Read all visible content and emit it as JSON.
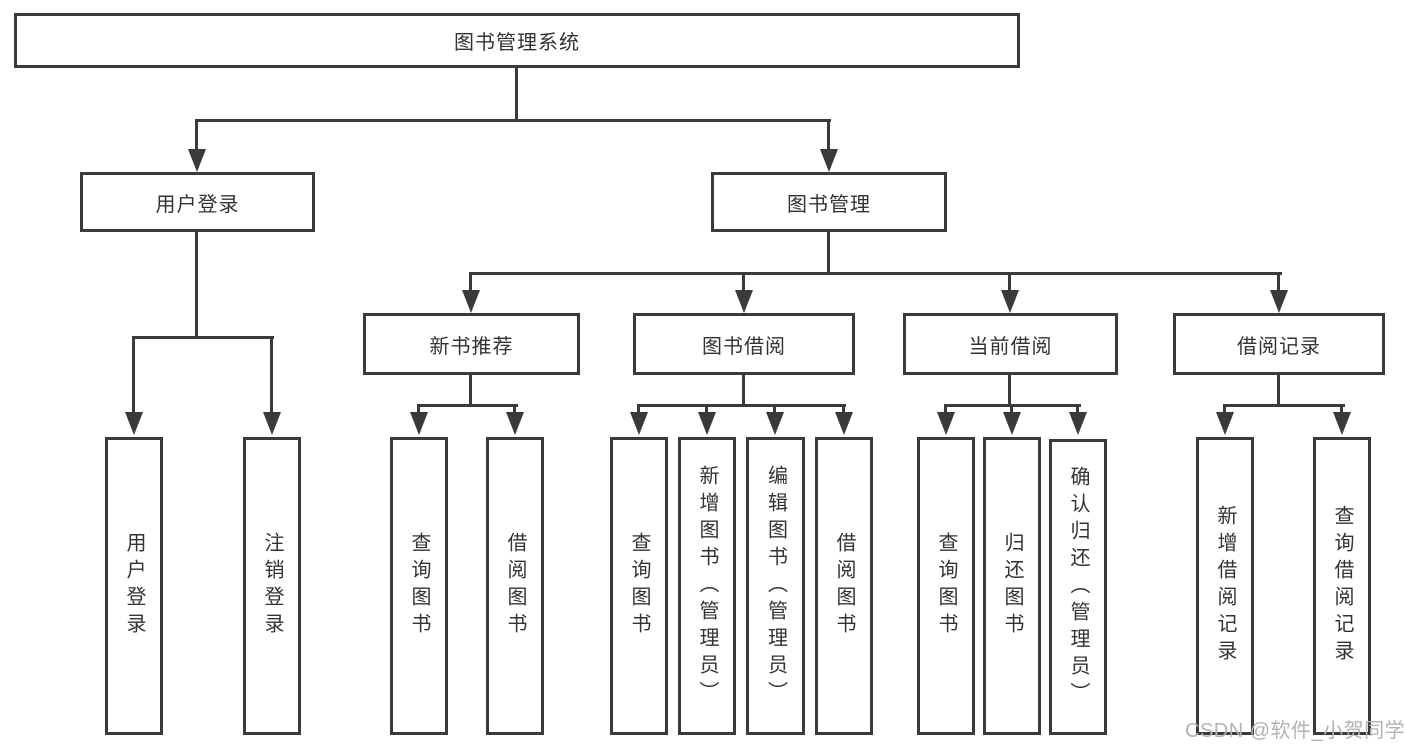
{
  "nodes": {
    "root": "图书管理系统",
    "user_login": "用户登录",
    "book_mgmt": "图书管理",
    "new_book_rec": "新书推荐",
    "book_borrow": "图书借阅",
    "current_borrow": "当前借阅",
    "borrow_records": "借阅记录",
    "leaf_user_login": "用户登录",
    "leaf_logout": "注销登录",
    "leaf_nbr_query": "查询图书",
    "leaf_nbr_borrow": "借阅图书",
    "leaf_bb_query": "查询图书",
    "leaf_bb_add": "新增图书（管理员）",
    "leaf_bb_edit": "编辑图书（管理员）",
    "leaf_bb_borrow": "借阅图书",
    "leaf_cb_query": "查询图书",
    "leaf_cb_return": "归还图书",
    "leaf_cb_confirm": "确认归还（管理员）",
    "leaf_br_add": "新增借阅记录",
    "leaf_br_query": "查询借阅记录"
  },
  "watermark": "CSDN @软件_小贺同学",
  "colors": {
    "line": "#3a3a3a",
    "text": "#333333",
    "watermark": "#b3b3b3",
    "background": "#ffffff"
  }
}
